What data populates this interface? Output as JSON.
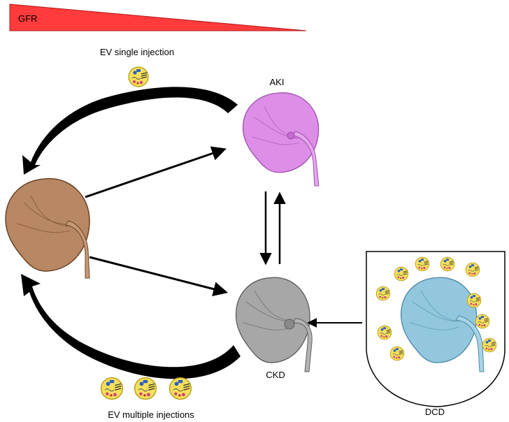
{
  "gfr": {
    "label": "GFR",
    "fill": "#ff3b3b",
    "stroke": "#b01818"
  },
  "single": {
    "label": "EV single injection"
  },
  "multiple": {
    "label": "EV multiple injections"
  },
  "nodes": {
    "aki": {
      "label": "AKI",
      "fill": "#dd8ee6",
      "stroke": "#a14fae"
    },
    "ckd": {
      "label": "CKD",
      "fill": "#a7a7a7",
      "stroke": "#5d5d5d"
    },
    "healthy": {
      "fill": "#b88763",
      "stroke": "#6a4426"
    },
    "dcd": {
      "label": "DCD",
      "fill": "#92c7de",
      "stroke": "#4f8aa6"
    }
  },
  "ev_colors": {
    "body": "#f6e05a",
    "outline": "#b09a10",
    "accent": "#2d5fc4",
    "cargo": "#d53a8c"
  }
}
